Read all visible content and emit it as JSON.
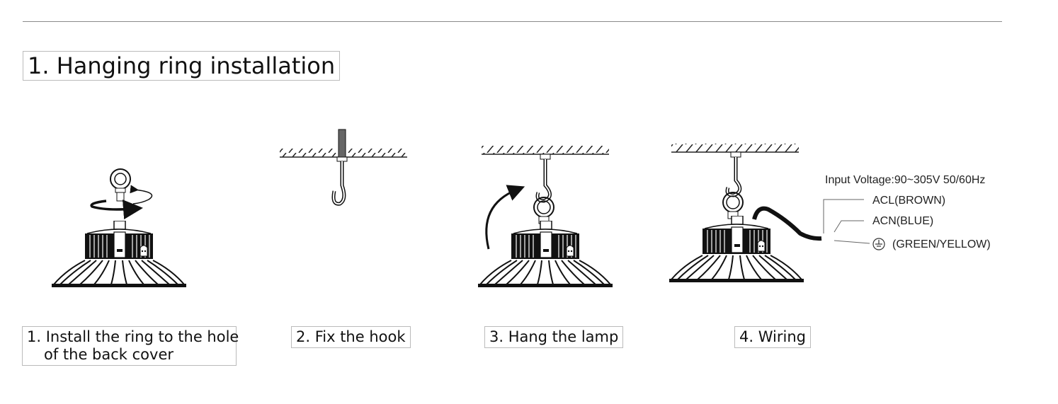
{
  "section_title": "1. Hanging ring installation",
  "steps": [
    {
      "line1": "1. Install the ring to the hole",
      "line2": "of the back cover"
    },
    {
      "line1": "2. Fix the hook"
    },
    {
      "line1": "3. Hang the lamp"
    },
    {
      "line1": "4. Wiring"
    }
  ],
  "wiring": {
    "input_voltage": "Input Voltage:90~305V 50/60Hz",
    "live": "ACL(BROWN)",
    "neutral": "ACN(BLUE)",
    "ground": "(GREEN/YELLOW)"
  }
}
